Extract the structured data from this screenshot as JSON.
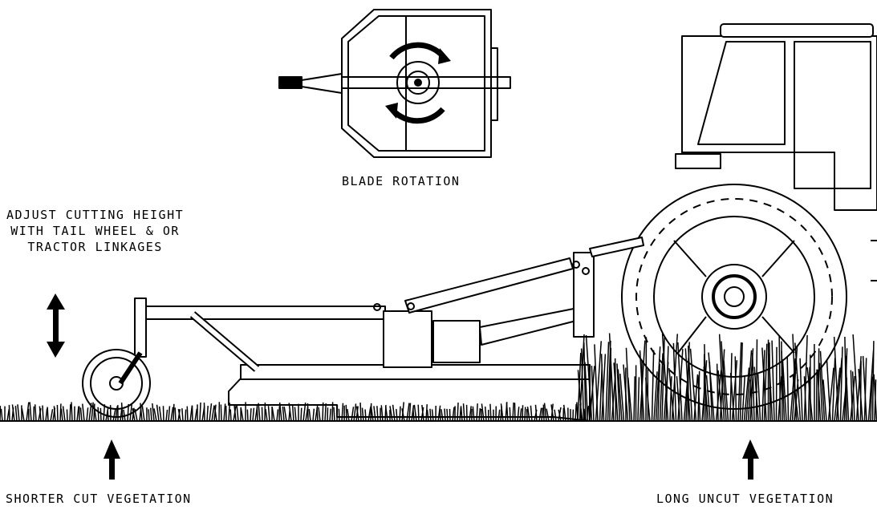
{
  "labels": {
    "blade_rotation": "BLADE ROTATION",
    "adjust_line1": "ADJUST CUTTING HEIGHT",
    "adjust_line2": "WITH TAIL WHEEL & OR",
    "adjust_line3": "TRACTOR LINKAGES",
    "shorter_cut": "SHORTER CUT VEGETATION",
    "long_uncut": "LONG UNCUT VEGETATION"
  },
  "icons": [
    "height-adjust-double-arrow-icon",
    "up-arrow-icon",
    "rotation-arrow-icon"
  ],
  "colors": {
    "ink": "#000000",
    "paper": "#ffffff"
  }
}
